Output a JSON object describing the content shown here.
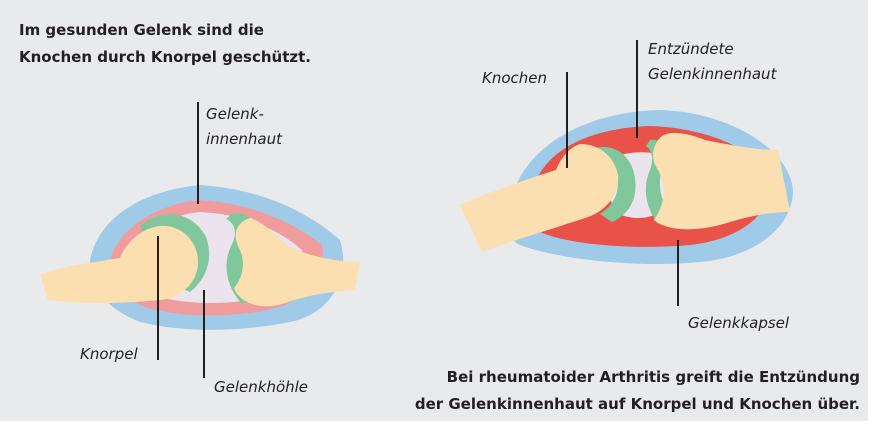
{
  "captions": {
    "healthy": [
      "Im gesunden Gelenk sind die",
      "Knochen durch Knorpel geschützt."
    ],
    "arthritis": [
      "Bei rheumatoider Arthritis greift die Entzündung",
      "der Gelenkinnenhaut auf Knorpel und Knochen über."
    ]
  },
  "labels": {
    "healthy_synovium": [
      "Gelenk-",
      "innenhaut"
    ],
    "healthy_cartilage": "Knorpel",
    "healthy_cavity": "Gelenkhöhle",
    "arthritis_bone": "Knochen",
    "arthritis_synovium": [
      "Entzündete",
      "Gelenkinnenhaut"
    ],
    "arthritis_capsule": "Gelenkkapsel"
  },
  "colors": {
    "background": "#e9eaeb",
    "capsule": "#9fcbe8",
    "synovium": "#f19c9c",
    "inflamed_synovium": "#e95249",
    "cavity": "#ebe3ed",
    "cartilage": "#80c79b",
    "bone": "#fcdfb0",
    "text": "#231f20"
  }
}
